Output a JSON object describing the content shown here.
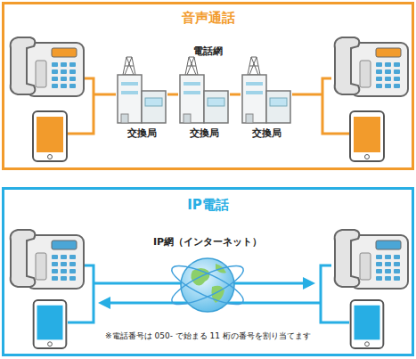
{
  "diagram": {
    "nodes": [
      {
        "text": [
          "音声通話"
        ]
      },
      {
        "text": [
          "交換局"
        ],
        "in": 0
      },
      {
        "text": [
          "交換局"
        ],
        "in": 0
      },
      {
        "text": [
          "交換局"
        ],
        "in": 0
      },
      {
        "text": [
          "IP電話"
        ]
      },
      {
        "text": [
          "IP網（インターネット）"
        ],
        "in": 4
      }
    ],
    "edges": [
      {
        "from": 1,
        "to": 2,
        "arrow": "none"
      },
      {
        "from": 2,
        "to": 3,
        "arrow": "none"
      }
    ],
    "labels": [
      "電話網",
      "※電話番号は 050- で始まる 11 桁の番号を割り当てます"
    ]
  }
}
